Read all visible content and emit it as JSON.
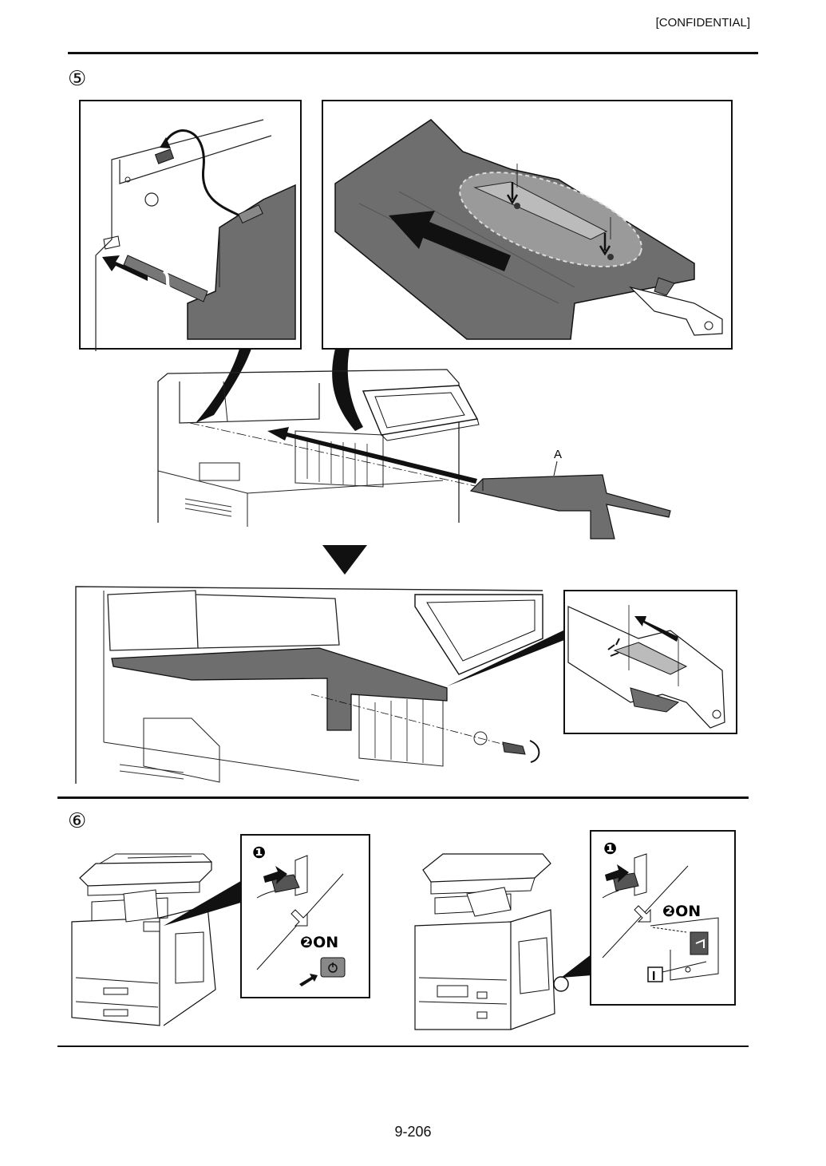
{
  "header": {
    "confidential": "[CONFIDENTIAL]"
  },
  "steps": {
    "step5": "⑤",
    "step6": "⑥"
  },
  "figure5": {
    "part_label": "A"
  },
  "figure6": {
    "left": {
      "circle1": "❶",
      "on_label": "❷ON",
      "power_icon": "power-symbol"
    },
    "right": {
      "circle1": "❶",
      "on_label": "❷ON",
      "switch_mark": "I"
    }
  },
  "footer": {
    "page_number": "9-206"
  }
}
